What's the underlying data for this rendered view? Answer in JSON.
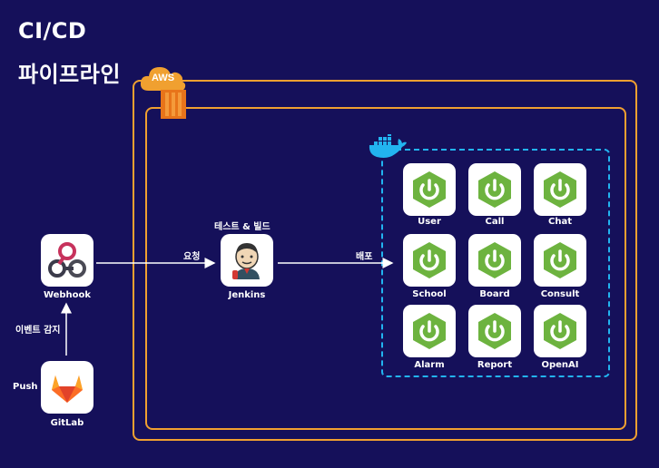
{
  "title": {
    "line1": "CI/CD",
    "line2": "파이프라인"
  },
  "aws": {
    "label": "AWS"
  },
  "nodes": {
    "webhook": "Webhook",
    "jenkins": "Jenkins",
    "gitlab": "GitLab"
  },
  "edges": {
    "request": "요청",
    "test_build": "테스트 & 빌드",
    "deploy": "배포",
    "event_detect": "이벤트 감지",
    "push": "Push"
  },
  "services": [
    "User",
    "Call",
    "Chat",
    "School",
    "Board",
    "Consult",
    "Alarm",
    "Report",
    "OpenAI"
  ],
  "colors": {
    "background": "#15105a",
    "aws_orange": "#f0a030",
    "docker_blue": "#22b4f0",
    "spring_green": "#6db33f"
  }
}
